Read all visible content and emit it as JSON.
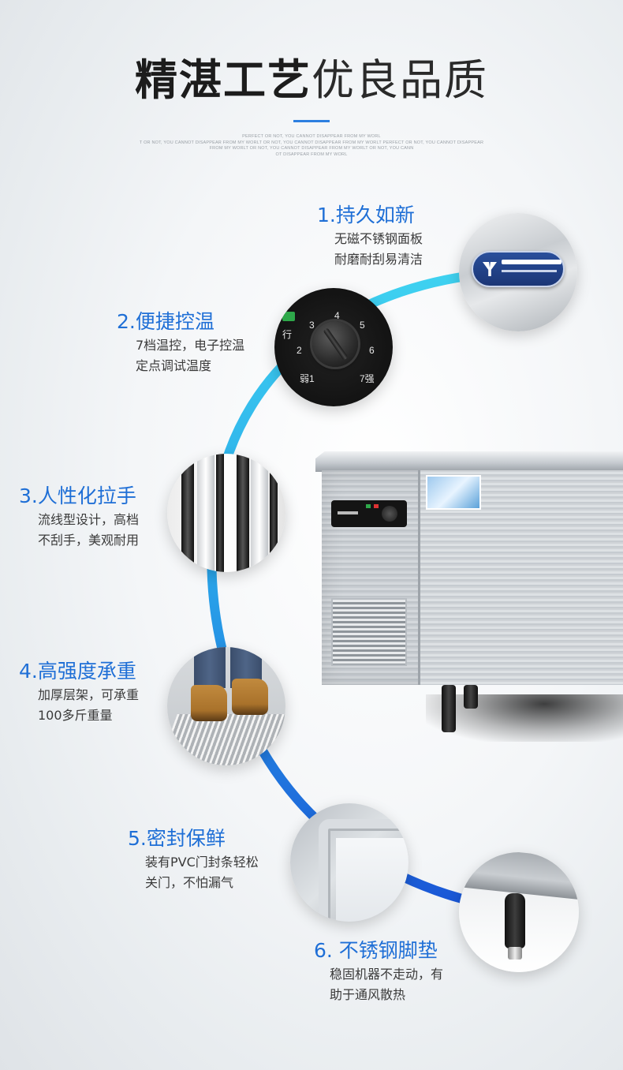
{
  "header": {
    "title_bold": "精湛工艺",
    "title_light": "优良品质",
    "tiny_lines": [
      "PERFECT OR NOT, YOU CANNOT DISAPPEAR FROM MY WORL",
      "T OR NOT, YOU CANNOT DISAPPEAR FROM MY WORLT OR NOT, YOU CANNOT DISAPPEAR FROM MY WORLT PERFECT OR NOT, YOU CANNOT DISAPPEAR",
      "FROM MY WORLT OR NOT, YOU CANNOT DISAPPEAR FROM MY WORLT OR NOT, YOU CANN",
      "OT DISAPPEAR FROM MY WORL"
    ],
    "accent_color": "#2d7fe0"
  },
  "features": [
    {
      "title": "1.持久如新",
      "desc": [
        "无磁不锈钢面板",
        "耐磨耐刮易清洁"
      ]
    },
    {
      "title": "2.便捷控温",
      "desc": [
        "7档温控，电子控温",
        "定点调试温度"
      ]
    },
    {
      "title": "3.人性化拉手",
      "desc": [
        "流线型设计，高档",
        "不刮手，美观耐用"
      ]
    },
    {
      "title": "4.高强度承重",
      "desc": [
        "加厚层架，可承重",
        "100多斤重量"
      ]
    },
    {
      "title": "5.密封保鲜",
      "desc": [
        "装有PVC门封条轻松",
        "关门，不怕漏气"
      ]
    },
    {
      "title": "6. 不锈钢脚垫",
      "desc": [
        "稳固机器不走动，有",
        "助于通风散热"
      ]
    }
  ],
  "dial": {
    "numbers": [
      "1",
      "2",
      "3",
      "4",
      "5",
      "6",
      "7"
    ],
    "low_label": "弱1",
    "high_label": "7强",
    "side_label": "行"
  },
  "colors": {
    "title_blue": "#1f6fd6",
    "arc_cyan": "#3fd2f0",
    "arc_blue": "#1a56d6"
  }
}
